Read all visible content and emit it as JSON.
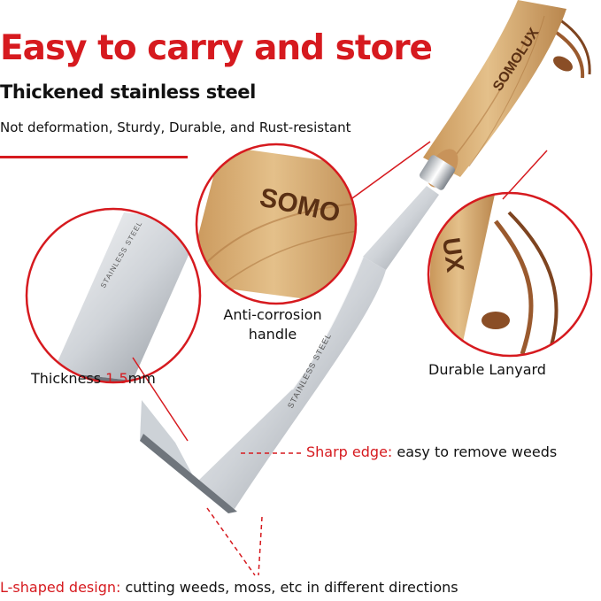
{
  "header": {
    "headline": "Easy to carry and store",
    "subheadline": "Thickened stainless steel",
    "description": "Not deformation, Sturdy, Durable, and Rust-resistant"
  },
  "brand": {
    "name_on_handle": "SOMOLUX",
    "name_zoomed": "SOMO",
    "name_zoomed_lanyard": "UX"
  },
  "steel_mark": {
    "blade_text": "STAINLESS STEEL",
    "zoom_text": "STAINLESS STEEL"
  },
  "callouts": {
    "handle": {
      "line1": "Anti-corrosion",
      "line2": "handle"
    },
    "lanyard": {
      "text": "Durable Lanyard"
    },
    "thickness": {
      "prefix": "Thickness ",
      "value": "1.5",
      "unit": "mm"
    },
    "edge": {
      "highlight": "Sharp edge:",
      "text": " easy to remove weeds"
    },
    "design": {
      "highlight": "L-shaped design:",
      "text": " cutting weeds, moss, etc in different directions"
    }
  },
  "colors": {
    "accent_red": "#d61a1f",
    "wood": "#d9ae74",
    "wood_dark": "#b9864d",
    "steel": "#e9ecef",
    "lanyard_leather": "#9a5a2e"
  }
}
